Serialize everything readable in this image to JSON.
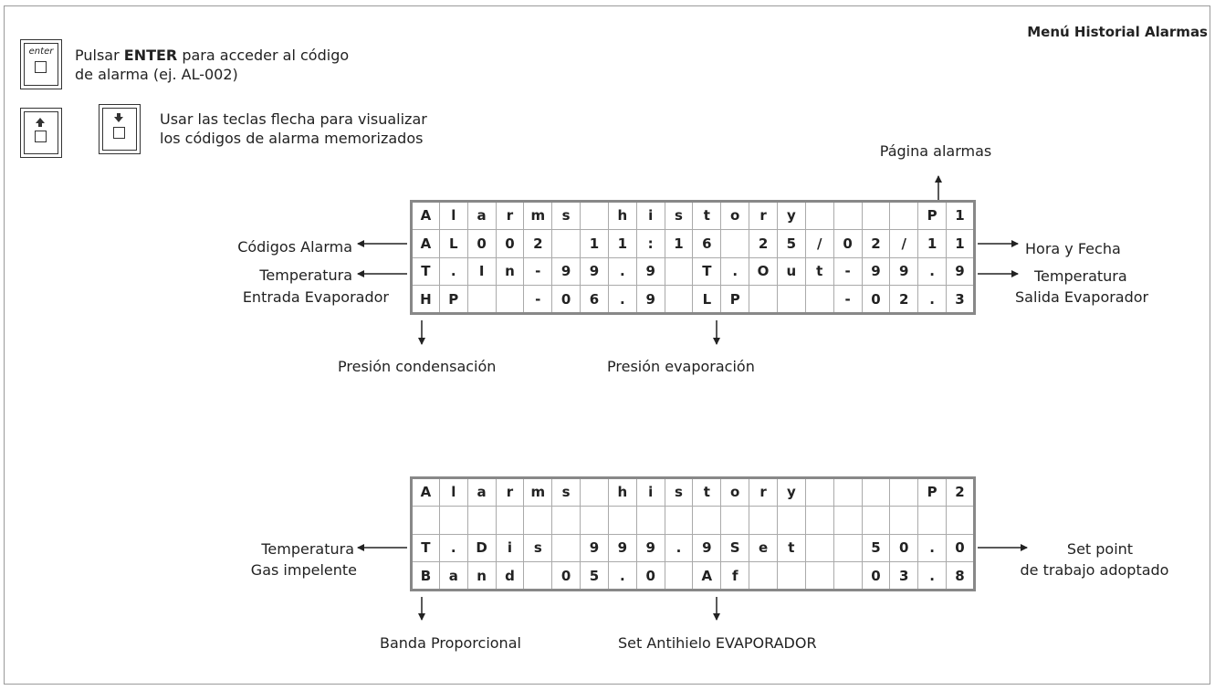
{
  "header": {
    "title": "Menú Historial Alarmas"
  },
  "keys": {
    "enter_label": "enter"
  },
  "instructions": {
    "enter_prefix": "Pulsar ",
    "enter_bold": "ENTER",
    "enter_rest": " para acceder al código",
    "enter_line2": "de alarma (ej. AL-002)",
    "arrows_line1": "Usar las teclas flecha para visualizar",
    "arrows_line2": "los códigos de alarma memorizados"
  },
  "screen1": {
    "rows": [
      [
        "A",
        "l",
        "a",
        "r",
        "m",
        "s",
        "",
        "h",
        "i",
        "s",
        "t",
        "o",
        "r",
        "y",
        "",
        "",
        "",
        "",
        "P",
        "1"
      ],
      [
        "A",
        "L",
        "0",
        "0",
        "2",
        "",
        "1",
        "1",
        ":",
        "1",
        "6",
        "",
        "2",
        "5",
        "/",
        "0",
        "2",
        "/",
        "1",
        "1"
      ],
      [
        "T",
        ".",
        "I",
        "n",
        "-",
        "9",
        "9",
        ".",
        "9",
        "",
        "T",
        ".",
        "O",
        "u",
        "t",
        "-",
        "9",
        "9",
        ".",
        "9"
      ],
      [
        "H",
        "P",
        "",
        "",
        "-",
        "0",
        "6",
        ".",
        "9",
        "",
        "L",
        "P",
        "",
        "",
        "",
        "-",
        "0",
        "2",
        ".",
        "3"
      ]
    ],
    "labels": {
      "page": "Página alarmas",
      "codes": "Códigos Alarma",
      "temp_in_1": "Temperatura",
      "temp_in_2": "Entrada Evaporador",
      "time_date": "Hora y Fecha",
      "temp_out_1": "Temperatura",
      "temp_out_2": "Salida Evaporador",
      "cond_pressure": "Presión condensación",
      "evap_pressure": "Presión evaporación"
    }
  },
  "screen2": {
    "rows": [
      [
        "A",
        "l",
        "a",
        "r",
        "m",
        "s",
        "",
        "h",
        "i",
        "s",
        "t",
        "o",
        "r",
        "y",
        "",
        "",
        "",
        "",
        "P",
        "2"
      ],
      [
        "",
        "",
        "",
        "",
        "",
        "",
        "",
        "",
        "",
        "",
        "",
        "",
        "",
        "",
        "",
        "",
        "",
        "",
        "",
        ""
      ],
      [
        "T",
        ".",
        "D",
        "i",
        "s",
        "",
        "9",
        "9",
        "9",
        ".",
        "9",
        "S",
        "e",
        "t",
        "",
        "",
        "5",
        "0",
        ".",
        "0"
      ],
      [
        "B",
        "a",
        "n",
        "d",
        "",
        "0",
        "5",
        ".",
        "0",
        "",
        "A",
        "f",
        "",
        "",
        "",
        "",
        "0",
        "3",
        ".",
        "8"
      ]
    ],
    "labels": {
      "gas_1": "Temperatura",
      "gas_2": "Gas impelente",
      "setpoint_1": "Set point",
      "setpoint_2": "de trabajo adoptado",
      "band": "Banda Proporcional",
      "antifreeze": "Set Antihielo EVAPORADOR"
    }
  }
}
